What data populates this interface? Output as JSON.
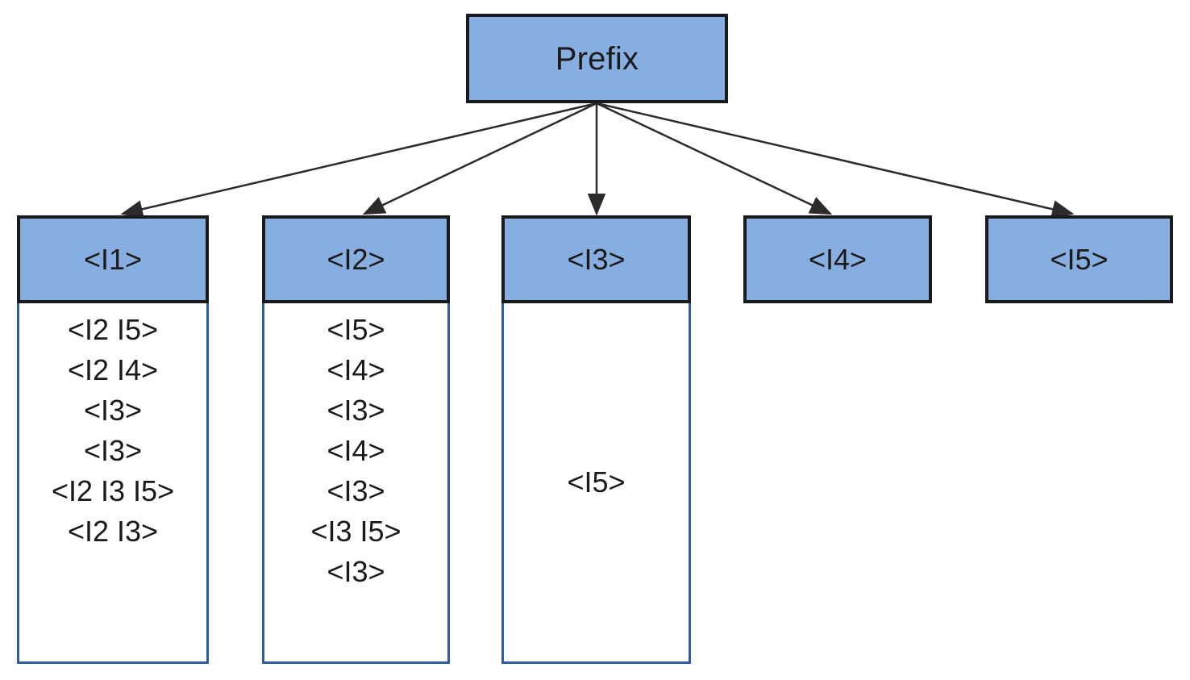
{
  "diagram": {
    "type": "fp-tree-header-table",
    "root": {
      "label": "Prefix"
    },
    "columns": [
      {
        "header": "<I1>",
        "items": [
          "<I2 I5>",
          "<I2 I4>",
          "<I3>",
          "<I3>",
          "<I2 I3 I5>",
          "<I2 I3>"
        ],
        "has_body": true
      },
      {
        "header": "<I2>",
        "items": [
          "<I5>",
          "<I4>",
          "<I3>",
          "<I4>",
          "<I3>",
          "<I3 I5>",
          "<I3>"
        ],
        "has_body": true
      },
      {
        "header": "<I3>",
        "items": [
          "<I5>"
        ],
        "has_body": true
      },
      {
        "header": "<I4>",
        "items": [],
        "has_body": false
      },
      {
        "header": "<I5>",
        "items": [],
        "has_body": false
      }
    ],
    "colors": {
      "node_fill": "#86AEE0",
      "node_border": "#1A1A1A",
      "body_border": "#2E5C9E",
      "body_fill": "#FFFFFF",
      "connector": "#2B2B2B",
      "text": "#1A1A1A"
    },
    "connectors": {
      "count": 5,
      "origin": "prefix-bottom-center",
      "style": "straight-arrow"
    }
  }
}
